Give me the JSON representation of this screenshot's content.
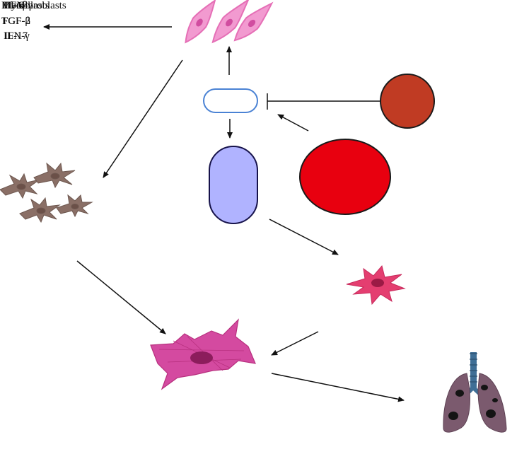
{
  "labels": {
    "overlap_stack": [
      "Myofibroblasts",
      "Fibroblasts",
      "IL-1β",
      "IL-6",
      "IFN-γ"
    ],
    "line_tgf": "TGF-β",
    "line_tgf_overlap": "FGF-2",
    "line_ifn": "IFN-γ",
    "line_ifn_overlap": "IL-17"
  },
  "colors": {
    "fibroblast_pink": "#f08fc8",
    "fibroblast_dark": "#d957a9",
    "macrophage_brown": "#8a6f66",
    "capsule_blue_stroke": "#4a82d4",
    "tall_capsule_fill": "#b0b3ff",
    "tall_capsule_stroke": "#16124a",
    "red_circle": "#e8000f",
    "orange_circle": "#c03b23",
    "activated_cell": "#e43e70",
    "myofibroblast": "#cf3b98",
    "lung_purple": "#7b5a6e",
    "trachea_blue": "#3f6f96"
  }
}
